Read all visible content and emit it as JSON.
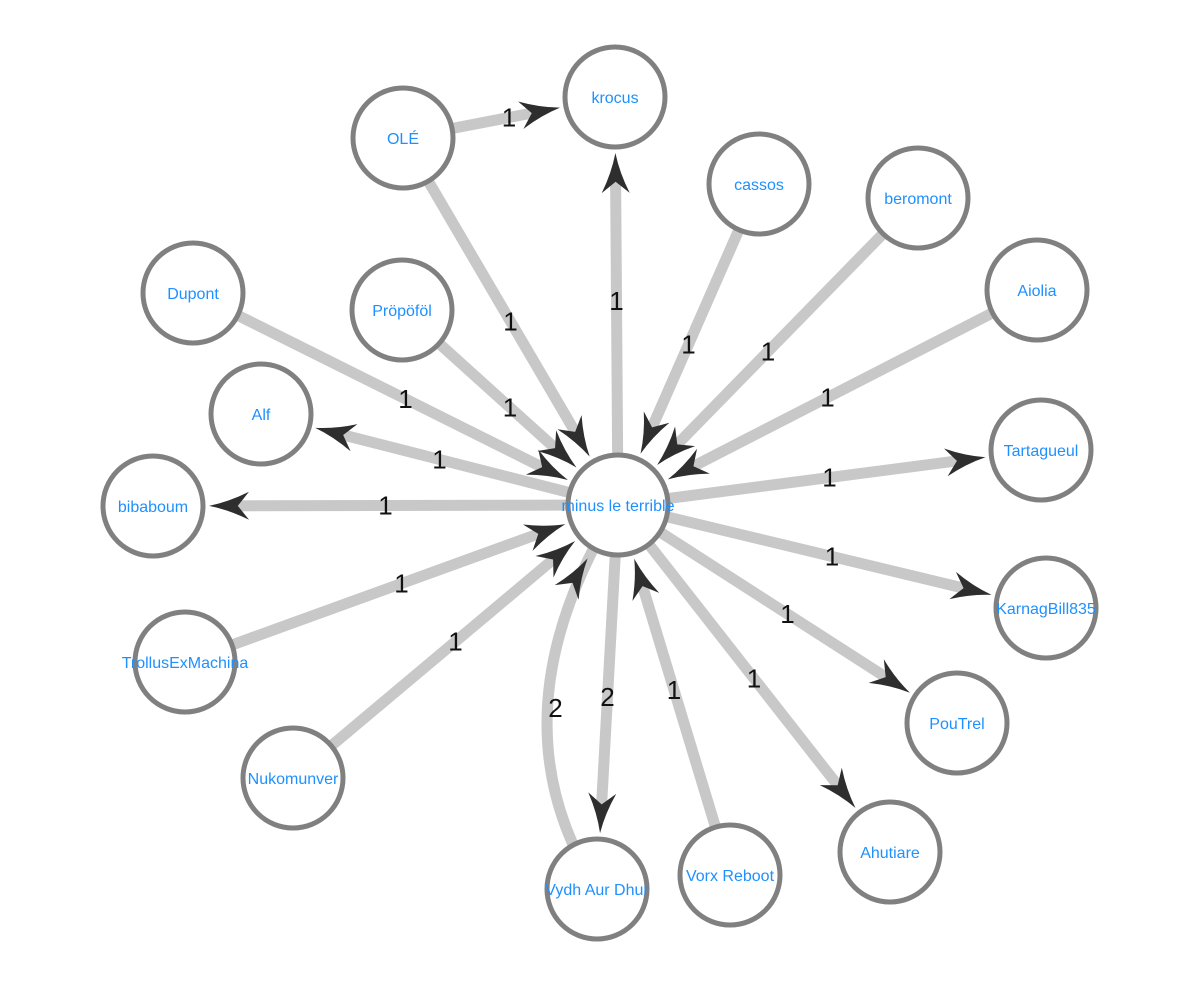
{
  "graph": {
    "nodes": [
      {
        "id": "minus",
        "label": "minus le terrible"
      },
      {
        "id": "krocus",
        "label": "krocus"
      },
      {
        "id": "ole",
        "label": "OLÉ"
      },
      {
        "id": "cassos",
        "label": "cassos"
      },
      {
        "id": "beromont",
        "label": "beromont"
      },
      {
        "id": "aiolia",
        "label": "Aiolia"
      },
      {
        "id": "tartagueul",
        "label": "Tartagueul"
      },
      {
        "id": "karnag",
        "label": "KarnagBill835"
      },
      {
        "id": "poutrel",
        "label": "PouTrel"
      },
      {
        "id": "ahutiare",
        "label": "Ahutiare"
      },
      {
        "id": "vorx",
        "label": "Vorx Reboot"
      },
      {
        "id": "vydh",
        "label": "Vydh Aur Dhur"
      },
      {
        "id": "nukomunver",
        "label": "Nukomunver"
      },
      {
        "id": "trollus",
        "label": "TrollusExMachina"
      },
      {
        "id": "bibaboum",
        "label": "bibaboum"
      },
      {
        "id": "alf",
        "label": "Alf"
      },
      {
        "id": "dupont",
        "label": "Dupont"
      },
      {
        "id": "propofol",
        "label": "Pröpöföl"
      }
    ],
    "edges": [
      {
        "from": "ole",
        "to": "krocus",
        "label": "1"
      },
      {
        "from": "ole",
        "to": "minus",
        "label": "1"
      },
      {
        "from": "minus",
        "to": "krocus",
        "label": "1"
      },
      {
        "from": "cassos",
        "to": "minus",
        "label": "1"
      },
      {
        "from": "beromont",
        "to": "minus",
        "label": "1"
      },
      {
        "from": "aiolia",
        "to": "minus",
        "label": "1"
      },
      {
        "from": "minus",
        "to": "tartagueul",
        "label": "1"
      },
      {
        "from": "minus",
        "to": "karnag",
        "label": "1"
      },
      {
        "from": "minus",
        "to": "poutrel",
        "label": "1"
      },
      {
        "from": "minus",
        "to": "ahutiare",
        "label": "1"
      },
      {
        "from": "vorx",
        "to": "minus",
        "label": "1"
      },
      {
        "from": "minus",
        "to": "vydh",
        "label": "2"
      },
      {
        "from": "vydh",
        "to": "minus",
        "label": "2",
        "curved": true
      },
      {
        "from": "nukomunver",
        "to": "minus",
        "label": "1"
      },
      {
        "from": "trollus",
        "to": "minus",
        "label": "1"
      },
      {
        "from": "minus",
        "to": "bibaboum",
        "label": "1"
      },
      {
        "from": "minus",
        "to": "alf",
        "label": "1"
      },
      {
        "from": "dupont",
        "to": "minus",
        "label": "1"
      },
      {
        "from": "propofol",
        "to": "minus",
        "label": "1"
      }
    ],
    "colors": {
      "edge": "#c8c8c8",
      "arrow": "#2e2e2e",
      "node_stroke": "#808080",
      "node_label": "#1e90ff"
    }
  }
}
